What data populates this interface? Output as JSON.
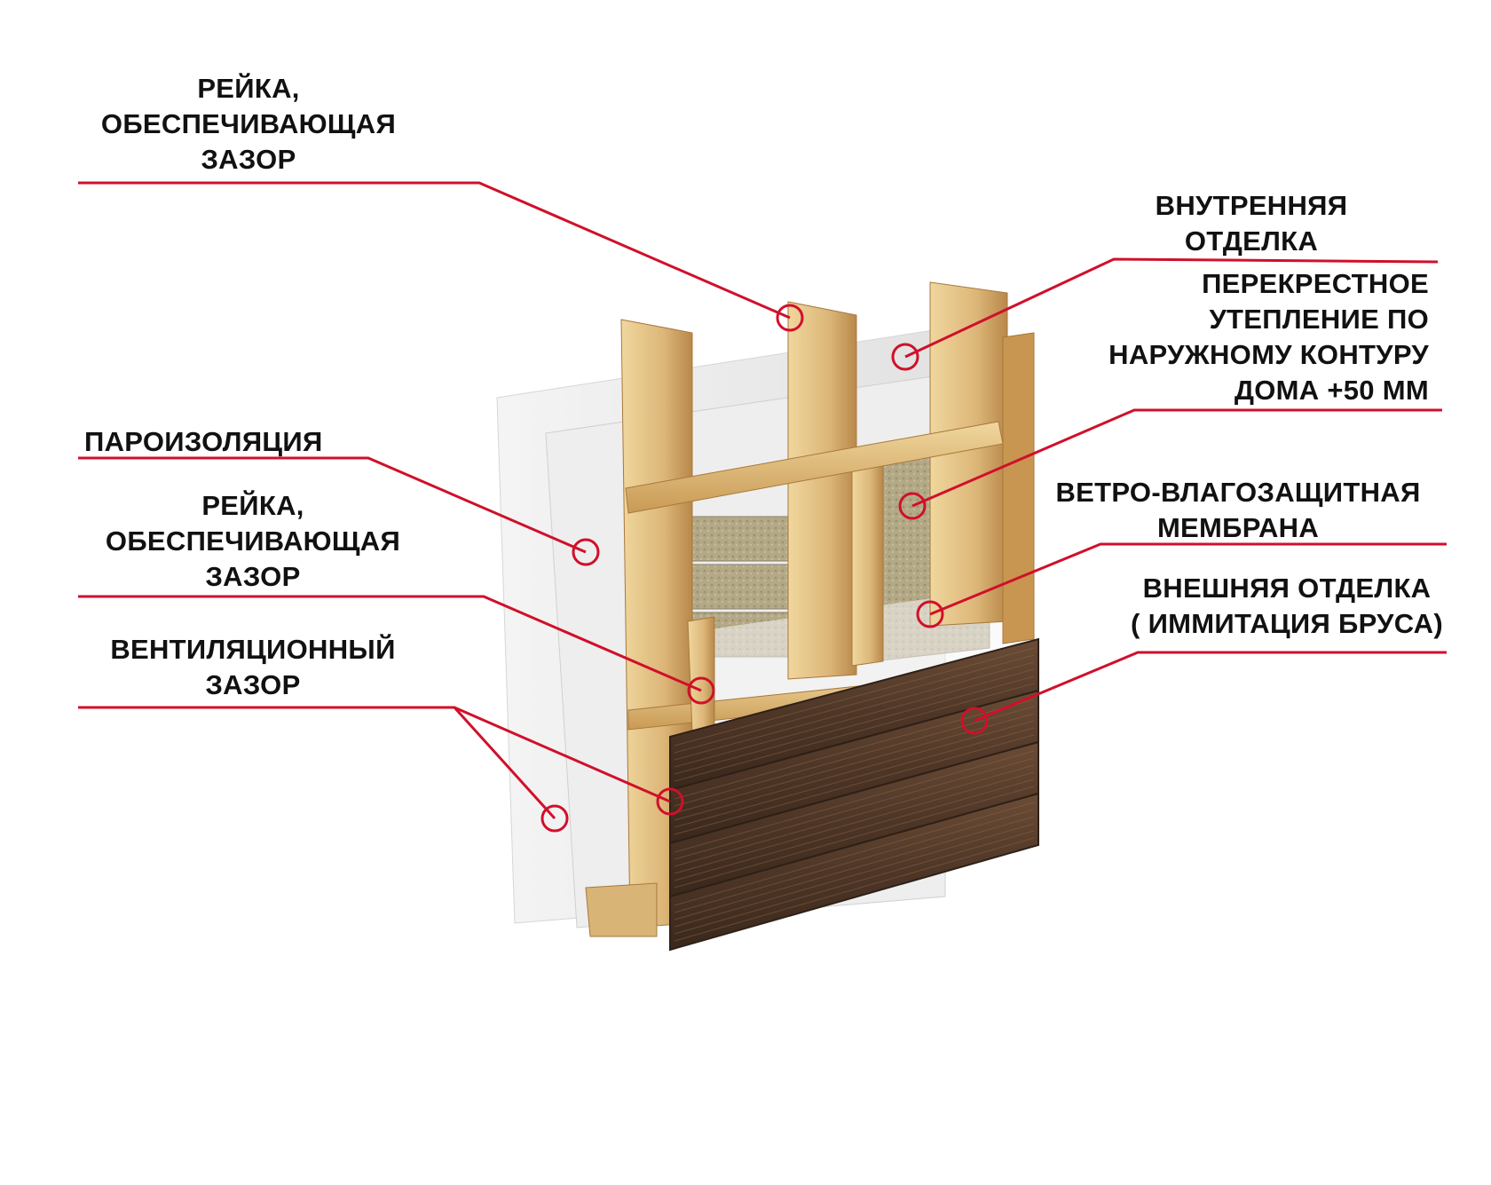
{
  "colors": {
    "leader": "#d0102a",
    "text": "#111111",
    "wood_light": "#e8c98c",
    "wood_mid": "#c99a55",
    "wood_dark": "#a0763c",
    "board": "#5a4030",
    "board_dark": "#3c2a1e",
    "insulation": "#b8ad8e",
    "membrane": "#ececec"
  },
  "labels": {
    "rail_top": {
      "lines": [
        "РЕЙКА,",
        "ОБЕСПЕЧИВАЮЩАЯ",
        "ЗАЗОР"
      ]
    },
    "interior": {
      "lines": [
        "ВНУТРЕННЯЯ",
        "ОТДЕЛКА"
      ]
    },
    "cross_insulation": {
      "lines": [
        "ПЕРЕКРЕСТНОЕ",
        "УТЕПЛЕНИЕ  ПО",
        "НАРУЖНОМУ КОНТУРУ",
        "ДОМА +50 ММ"
      ]
    },
    "vapor": {
      "lines": [
        "ПАРОИЗОЛЯЦИЯ"
      ]
    },
    "rail_mid": {
      "lines": [
        "РЕЙКА,",
        "ОБЕСПЕЧИВАЮЩАЯ",
        "ЗАЗОР"
      ]
    },
    "wind_membrane": {
      "lines": [
        "ВЕТРО-ВЛАГОЗАЩИТНАЯ",
        "МЕМБРАНА"
      ]
    },
    "vent_gap": {
      "lines": [
        "ВЕНТИЛЯЦИОННЫЙ",
        "ЗАЗОР"
      ]
    },
    "exterior": {
      "lines": [
        "ВНЕШНЯЯ ОТДЕЛКА",
        "( ИММИТАЦИЯ БРУСА)"
      ]
    }
  }
}
